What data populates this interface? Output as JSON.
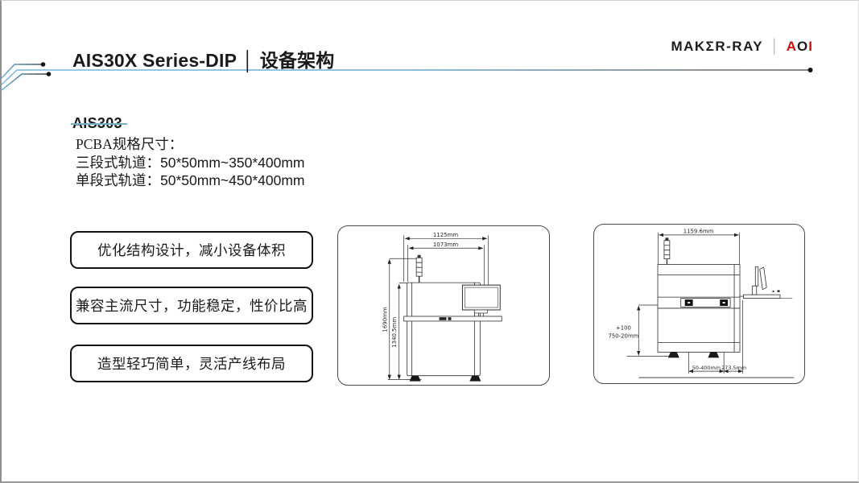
{
  "page": {
    "title": {
      "en": "AIS30X Series-DIP",
      "separator": "│",
      "cn": "设备架构"
    }
  },
  "logo": {
    "brand": "MAKΣR-RAY",
    "divider": "│",
    "product": {
      "a": "A",
      "o": "O",
      "i": "I"
    }
  },
  "model": {
    "name": "AIS303"
  },
  "specs": {
    "heading": "PCBA规格尺寸：",
    "rows": [
      {
        "label": "三段式轨道：",
        "value": "50*50mm~350*400mm"
      },
      {
        "label": "单段式轨道：",
        "value": "50*50mm~450*400mm"
      }
    ]
  },
  "features": [
    {
      "text": "优化结构设计，减小设备体积"
    },
    {
      "text": "兼容主流尺寸，功能稳定，性价比高"
    },
    {
      "text": "造型轻巧简单，灵活产线布局"
    }
  ],
  "drawings": {
    "front_view": {
      "dims": {
        "width_outer": "1125mm",
        "width_inner": "1073mm",
        "height_total": "1690mm",
        "height_body": "1340.5mm"
      }
    },
    "side_view": {
      "dims": {
        "depth": "1159.6mm",
        "rail_tolerance": "+100",
        "rail_height": "750-20mm",
        "pcb_width_range": "50-400mm",
        "arm_offset": "273.5mm"
      }
    }
  },
  "colors": {
    "accent_underline": "#74AECB",
    "circuit_blue": "#5FA8D2",
    "logo_red": "#C8100F",
    "ink": "#1A1A1A"
  }
}
